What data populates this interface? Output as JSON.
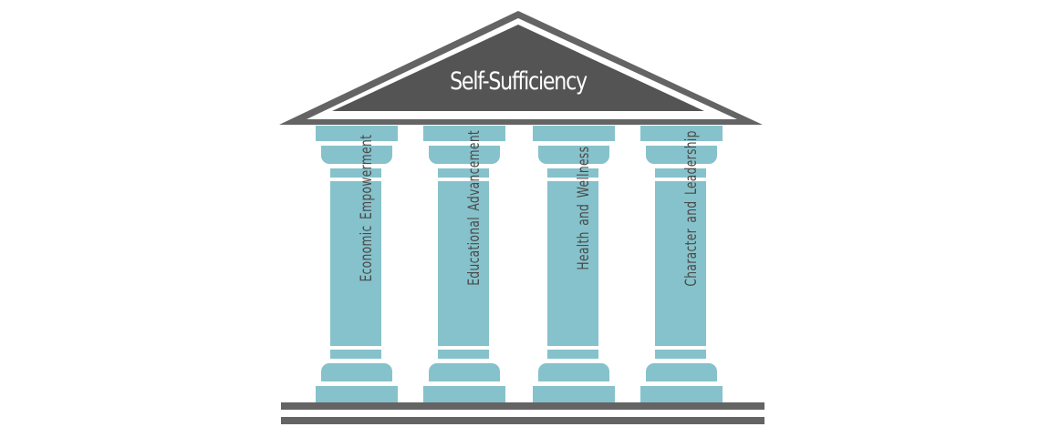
{
  "roof": {
    "title": "Self-Sufficiency"
  },
  "pillars": [
    {
      "label": "Economic Empowerment"
    },
    {
      "label": "Educational Advancement"
    },
    {
      "label": "Health and Wellness"
    },
    {
      "label": "Character and Leadership"
    }
  ],
  "colors": {
    "roof_dark": "#545454",
    "roof_outline": "#646464",
    "pillar_teal": "#86c2cb",
    "pillar_text": "#4a4a4a",
    "roof_text": "#ffffff",
    "base_steps": "#646464"
  }
}
